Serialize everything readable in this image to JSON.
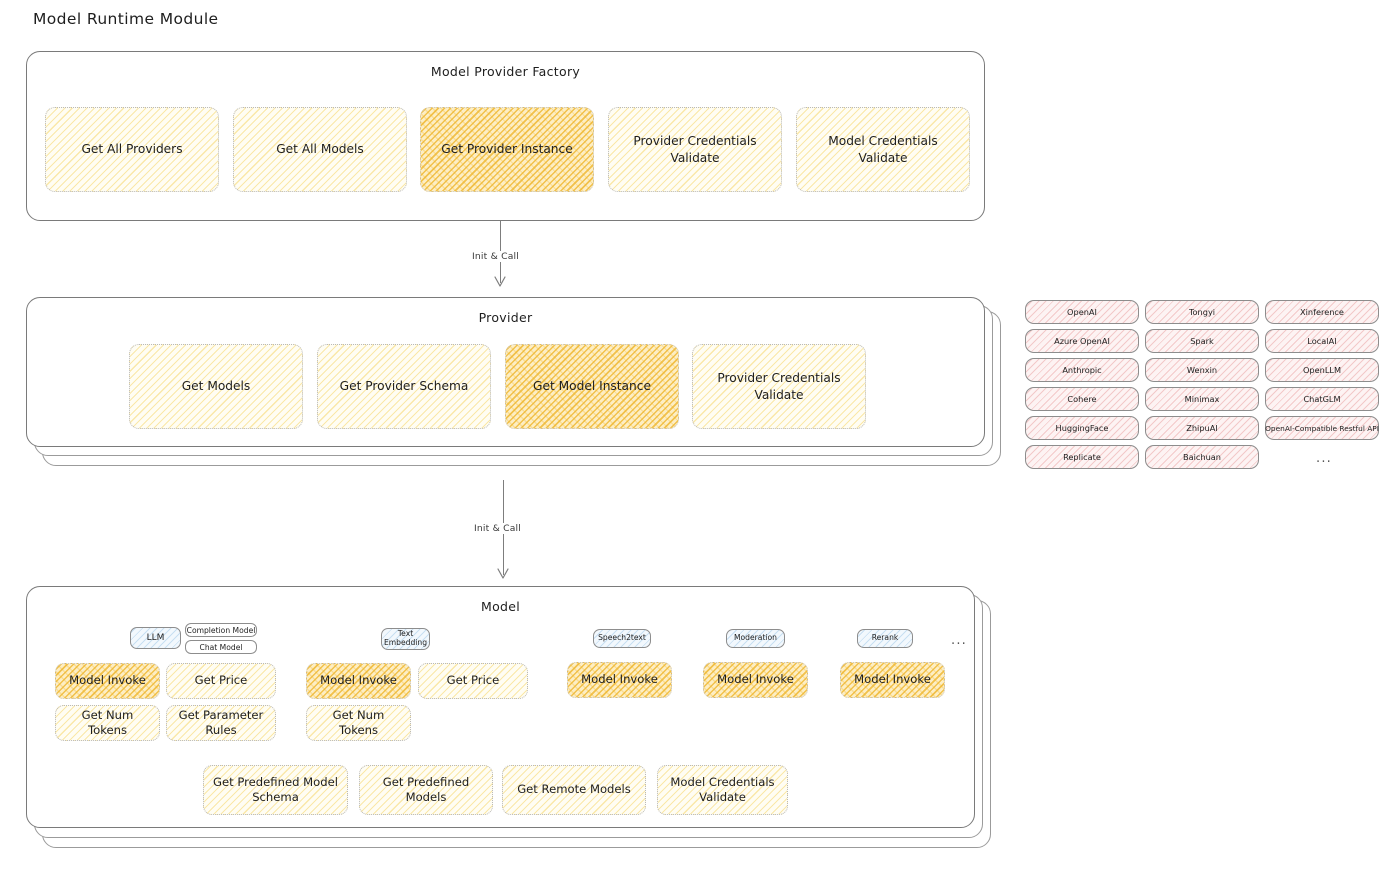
{
  "title": "Model Runtime Module",
  "factory": {
    "title": "Model Provider Factory",
    "nodes": [
      {
        "label": "Get All Providers",
        "highlight": false
      },
      {
        "label": "Get All Models",
        "highlight": false
      },
      {
        "label": "Get Provider Instance",
        "highlight": true
      },
      {
        "label": "Provider Credentials Validate",
        "highlight": false
      },
      {
        "label": "Model Credentials Validate",
        "highlight": false
      }
    ]
  },
  "arrow1": {
    "label": "Init & Call"
  },
  "provider": {
    "title": "Provider",
    "nodes": [
      {
        "label": "Get Models",
        "highlight": false
      },
      {
        "label": "Get Provider Schema",
        "highlight": false
      },
      {
        "label": "Get Model Instance",
        "highlight": true
      },
      {
        "label": "Provider Credentials Validate",
        "highlight": false
      }
    ]
  },
  "arrow2": {
    "label": "Init & Call"
  },
  "provider_list": {
    "columns": [
      [
        "OpenAI",
        "Azure OpenAI",
        "Anthropic",
        "Cohere",
        "HuggingFace",
        "Replicate"
      ],
      [
        "Tongyi",
        "Spark",
        "Wenxin",
        "Minimax",
        "ZhipuAI",
        "Baichuan"
      ],
      [
        "Xinference",
        "LocalAI",
        "OpenLLM",
        "ChatGLM",
        "OpenAI-Compatible Restful API"
      ]
    ],
    "more": "..."
  },
  "model": {
    "title": "Model",
    "types": [
      {
        "name": "LLM",
        "subtypes": [
          "Completion Model",
          "Chat Model"
        ]
      },
      {
        "name": "Text\nEmbedding",
        "subtypes": []
      },
      {
        "name": "Speech2text",
        "subtypes": []
      },
      {
        "name": "Moderation",
        "subtypes": []
      },
      {
        "name": "Rerank",
        "subtypes": []
      }
    ],
    "more": "...",
    "llm_methods": [
      {
        "label": "Model Invoke",
        "highlight": true
      },
      {
        "label": "Get Price",
        "highlight": false
      },
      {
        "label": "Get Num Tokens",
        "highlight": false
      },
      {
        "label": "Get Parameter Rules",
        "highlight": false
      }
    ],
    "embedding_methods": [
      {
        "label": "Model Invoke",
        "highlight": true
      },
      {
        "label": "Get Price",
        "highlight": false
      },
      {
        "label": "Get Num Tokens",
        "highlight": false
      }
    ],
    "speech2text_methods": [
      {
        "label": "Model Invoke",
        "highlight": true
      }
    ],
    "moderation_methods": [
      {
        "label": "Model Invoke",
        "highlight": true
      }
    ],
    "rerank_methods": [
      {
        "label": "Model Invoke",
        "highlight": true
      }
    ],
    "common_methods": [
      {
        "label": "Get Predefined Model Schema",
        "highlight": false
      },
      {
        "label": "Get Predefined Models",
        "highlight": false
      },
      {
        "label": "Get Remote Models",
        "highlight": false
      },
      {
        "label": "Model Credentials Validate",
        "highlight": false
      }
    ]
  },
  "colors": {
    "node_fill": "#fffdf3",
    "node_fill_strong": "#fdeec4",
    "provider_chip_fill": "#fdf3f3",
    "badge_blue_fill": "#f2f8fd",
    "stroke": "#7a7a7a",
    "text": "#1e1e1e"
  }
}
